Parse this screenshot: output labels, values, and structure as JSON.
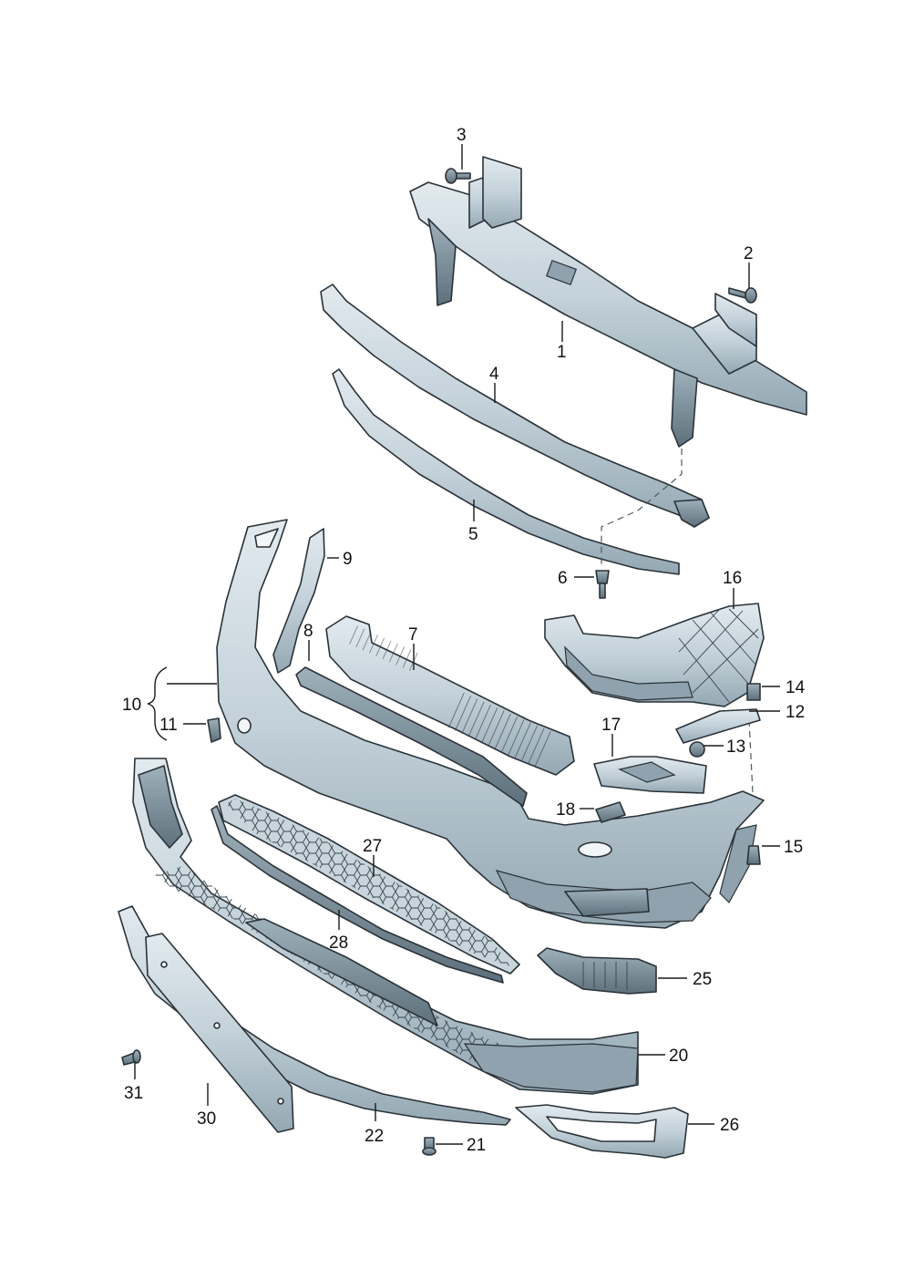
{
  "diagram": {
    "colors": {
      "part_light": "#d5dfe5",
      "part_mid": "#b5c5ce",
      "part_dark": "#7d919c",
      "outline": "#2a3238",
      "leader": "#1a1a1a",
      "background": "#ffffff"
    },
    "callouts": {
      "c1": "1",
      "c2": "2",
      "c3": "3",
      "c4": "4",
      "c5": "5",
      "c6": "6",
      "c7": "7",
      "c8": "8",
      "c9": "9",
      "c10": "10",
      "c11": "11",
      "c12": "12",
      "c13": "13",
      "c14": "14",
      "c15": "15",
      "c16": "16",
      "c17": "17",
      "c18": "18",
      "c20": "20",
      "c21": "21",
      "c22": "22",
      "c25": "25",
      "c26": "26",
      "c27": "27",
      "c28": "28",
      "c30": "30",
      "c31": "31"
    }
  }
}
